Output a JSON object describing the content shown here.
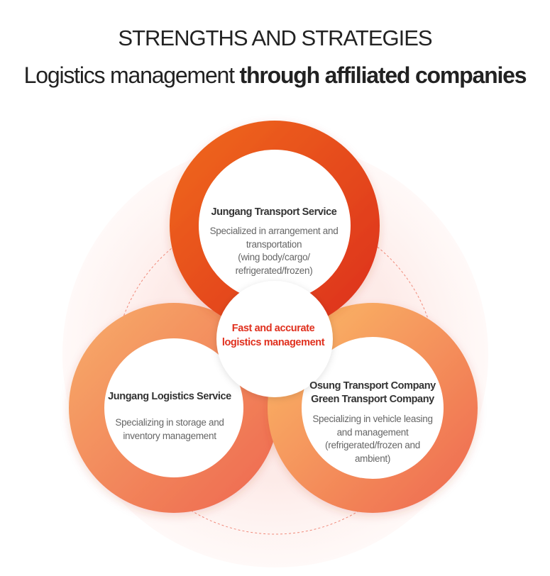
{
  "header": {
    "line1": "STRENGTHS AND STRATEGIES",
    "line2_light": "Logistics management",
    "line2_bold": "through affiliated companies"
  },
  "center": {
    "line1": "Fast and accurate",
    "line2": "logistics management"
  },
  "companies": [
    {
      "title_lines": [
        "Jungang Transport Service"
      ],
      "desc_lines": [
        "Specialized in arrangement and",
        "transportation",
        "(wing body/cargo/",
        "refrigerated/frozen)"
      ]
    },
    {
      "title_lines": [
        "Jungang Logistics Service"
      ],
      "desc_lines": [
        "Specializing in storage and",
        "inventory management"
      ]
    },
    {
      "title_lines": [
        "Osung Transport Company",
        "Green Transport Company"
      ],
      "desc_lines": [
        "Specializing in vehicle leasing",
        "and management",
        "(refrigerated/frozen and",
        "ambient)"
      ]
    }
  ],
  "colors": {
    "top_ring_start": "#ee5a1f",
    "top_ring_end": "#e0341c",
    "left_ring_start": "#f5a866",
    "left_ring_end": "#ef6a4f",
    "right_ring_start": "#fbb868",
    "right_ring_end": "#ef6a4f",
    "center_text": "#e0301e",
    "background_halo": "#fdf1ef"
  }
}
